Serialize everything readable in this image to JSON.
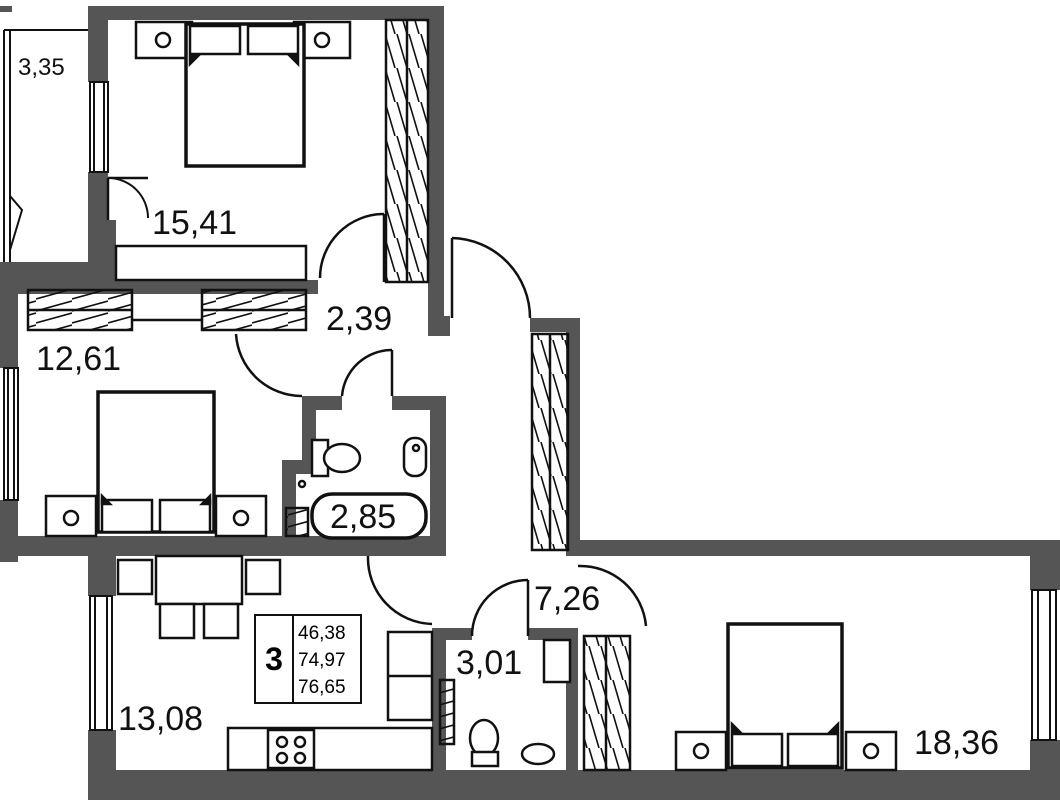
{
  "colors": {
    "wall": "#555555",
    "line": "#111111",
    "floor": "#ffffff"
  },
  "rooms": [
    {
      "id": "balcony",
      "area": "3,35"
    },
    {
      "id": "bedroom-1",
      "area": "15,41"
    },
    {
      "id": "hall",
      "area": "2,39"
    },
    {
      "id": "bedroom-2",
      "area": "12,61"
    },
    {
      "id": "bathroom",
      "area": "2,85"
    },
    {
      "id": "corridor",
      "area": "7,26"
    },
    {
      "id": "kitchen",
      "area": "13,08"
    },
    {
      "id": "toilet",
      "area": "3,01"
    },
    {
      "id": "bedroom-3",
      "area": "18,36"
    }
  ],
  "summary": {
    "rooms": "3",
    "values": [
      "46,38",
      "74,97",
      "76,65"
    ]
  }
}
